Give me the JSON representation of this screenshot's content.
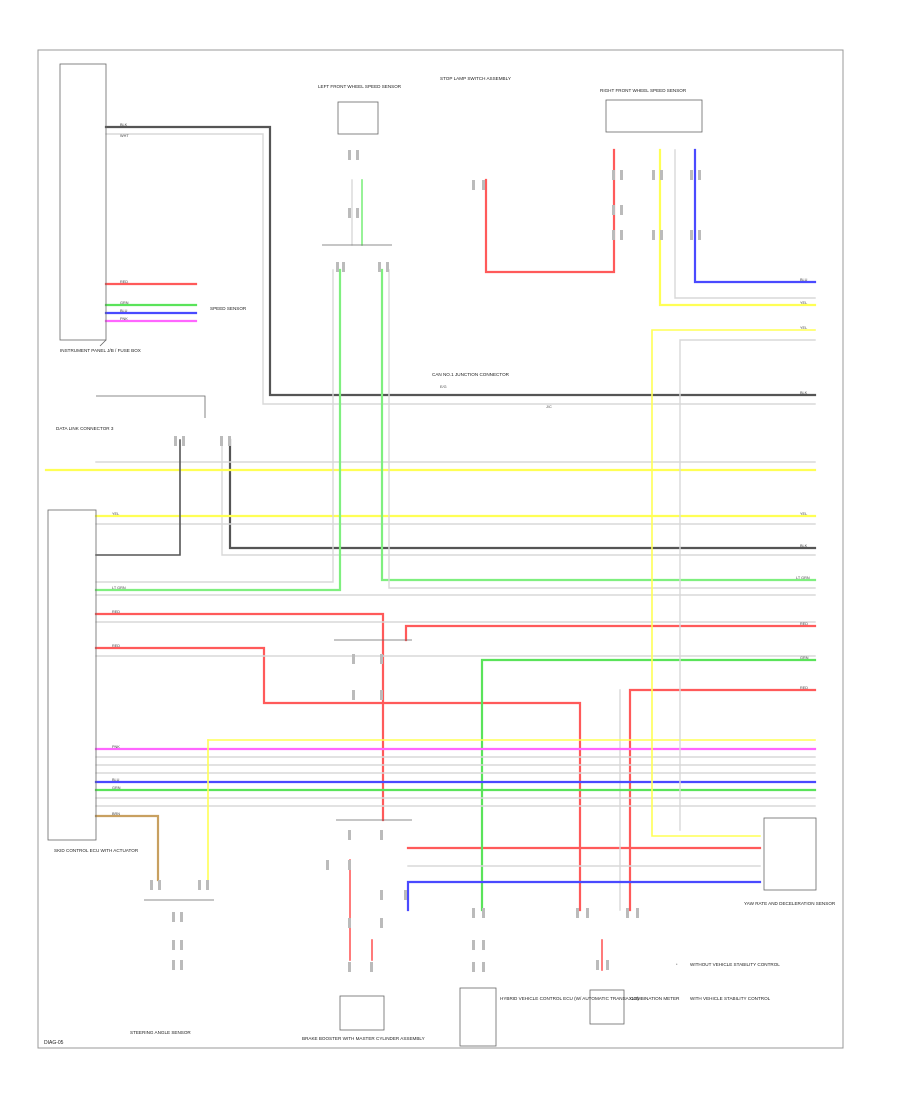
{
  "diagram_code": "DIAG-05",
  "colors": {
    "black": "#555555",
    "red": "#ff5a5a",
    "green": "#5ae35a",
    "light_green": "#7fef7f",
    "blue": "#4a4aff",
    "yellow": "#ffff55",
    "pink": "#ff66ff",
    "brown": "#c8a060",
    "white": "#d8d8d8",
    "frame": "#999999"
  },
  "components": {
    "instrument_panel": {
      "label": "INSTRUMENT PANEL J/B / FUSE BOX"
    },
    "front_wheel_sensor_lh": {
      "label": "LEFT FRONT WHEEL SPEED SENSOR"
    },
    "front_wheel_sensor_rh": {
      "label": "RIGHT FRONT WHEEL SPEED SENSOR"
    },
    "abs_actuator": {
      "label": "SKID CONTROL ECU WITH ACTUATOR"
    },
    "steering_sensor": {
      "label": "STEERING ANGLE SENSOR"
    },
    "hybrid_ecu": {
      "label": "HYBRID VEHICLE CONTROL ECU (W/ AUTOMATIC TRANSAXLE)"
    },
    "yaw_sensor": {
      "label": "YAW RATE AND DECELERATION SENSOR"
    },
    "brake_booster": {
      "label": "BRAKE BOOSTER WITH MASTER CYLINDER ASSEMBLY"
    },
    "stop_lamp_switch": {
      "label": "STOP LAMP SWITCH ASSEMBLY"
    },
    "combination_meter": {
      "label": "COMBINATION METER"
    },
    "can_junction": {
      "label": "CAN NO.1 JUNCTION CONNECTOR"
    },
    "fuse_block": {
      "label": "DATA LINK CONNECTOR 3"
    },
    "speed_sensor": {
      "label": "SPEED SENSOR"
    }
  },
  "notes": {
    "n1": "WITHOUT VEHICLE STABILITY CONTROL",
    "n2": "WITH VEHICLE STABILITY CONTROL"
  },
  "junction": {
    "top": "J/C",
    "bottom": "E/G"
  },
  "wire_labels": {
    "blk": "BLK",
    "wht": "WHT",
    "red": "RED",
    "grn": "GRN",
    "blu": "BLU",
    "yel": "YEL",
    "pnk": "PNK",
    "brn": "BRN",
    "ltgrn": "LT GRN"
  }
}
